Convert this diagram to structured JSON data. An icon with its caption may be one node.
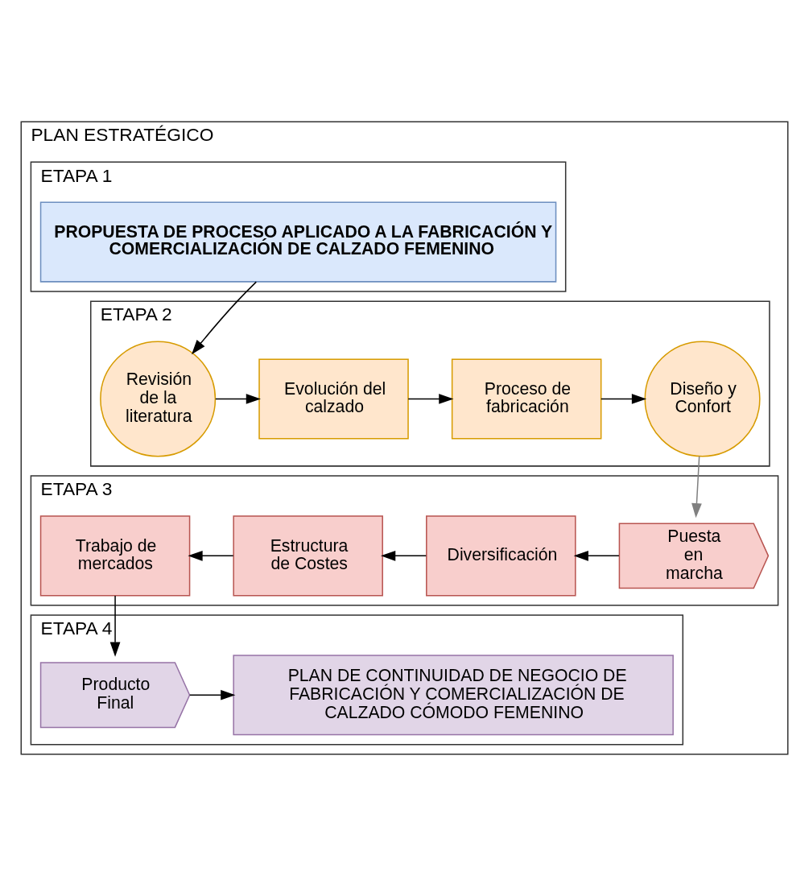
{
  "diagram": {
    "nodes": [
      {
        "text": [
          "PLAN ESTRATÉGICO"
        ]
      },
      {
        "text": [
          "ETAPA 1"
        ],
        "in": 0
      },
      {
        "text": [
          "PROPUESTA DE PROCESO APLICADO A LA FABRICACIÓN Y COMERCIALIZACIÓN DE CALZADO FEMENINO"
        ],
        "in": 1
      },
      {
        "text": [
          "ETAPA 2"
        ],
        "in": 0
      },
      {
        "text": [
          "Revisión de la literatura"
        ],
        "in": 3
      },
      {
        "text": [
          "Evolución del calzado"
        ],
        "in": 3
      },
      {
        "text": [
          "Proceso de fabricación"
        ],
        "in": 3
      },
      {
        "text": [
          "Diseño y Confort"
        ],
        "in": 3
      },
      {
        "text": [
          "ETAPA 3"
        ],
        "in": 0
      },
      {
        "text": [
          "Trabajo de mercados"
        ],
        "in": 8
      },
      {
        "text": [
          "Estructura de Costes"
        ],
        "in": 8
      },
      {
        "text": [
          "Diversificación"
        ],
        "in": 8
      },
      {
        "text": [
          "Puesta en marcha"
        ],
        "in": 8
      },
      {
        "text": [
          "ETAPA 4"
        ],
        "in": 0
      },
      {
        "text": [
          "Producto Final"
        ],
        "in": 13
      },
      {
        "text": [
          "PLAN DE CONTINUIDAD DE NEGOCIO DE FABRICACIÓN Y COMERCIALIZACIÓN DE CALZADO CÓMODO FEMENINO"
        ],
        "in": 13
      }
    ],
    "edges": [
      {
        "from": 2,
        "to": 4,
        "arrow": "to"
      },
      {
        "from": 4,
        "to": 5,
        "arrow": "to"
      },
      {
        "from": 5,
        "to": 6,
        "arrow": "to"
      },
      {
        "from": 6,
        "to": 7,
        "arrow": "to"
      },
      {
        "from": 7,
        "to": 12,
        "arrow": "to",
        "color": "#808080"
      },
      {
        "from": 12,
        "to": 11,
        "arrow": "to"
      },
      {
        "from": 11,
        "to": 10,
        "arrow": "to"
      },
      {
        "from": 10,
        "to": 9,
        "arrow": "to"
      },
      {
        "from": 9,
        "to": 14,
        "arrow": "to"
      },
      {
        "from": 14,
        "to": 15,
        "arrow": "to"
      }
    ]
  }
}
